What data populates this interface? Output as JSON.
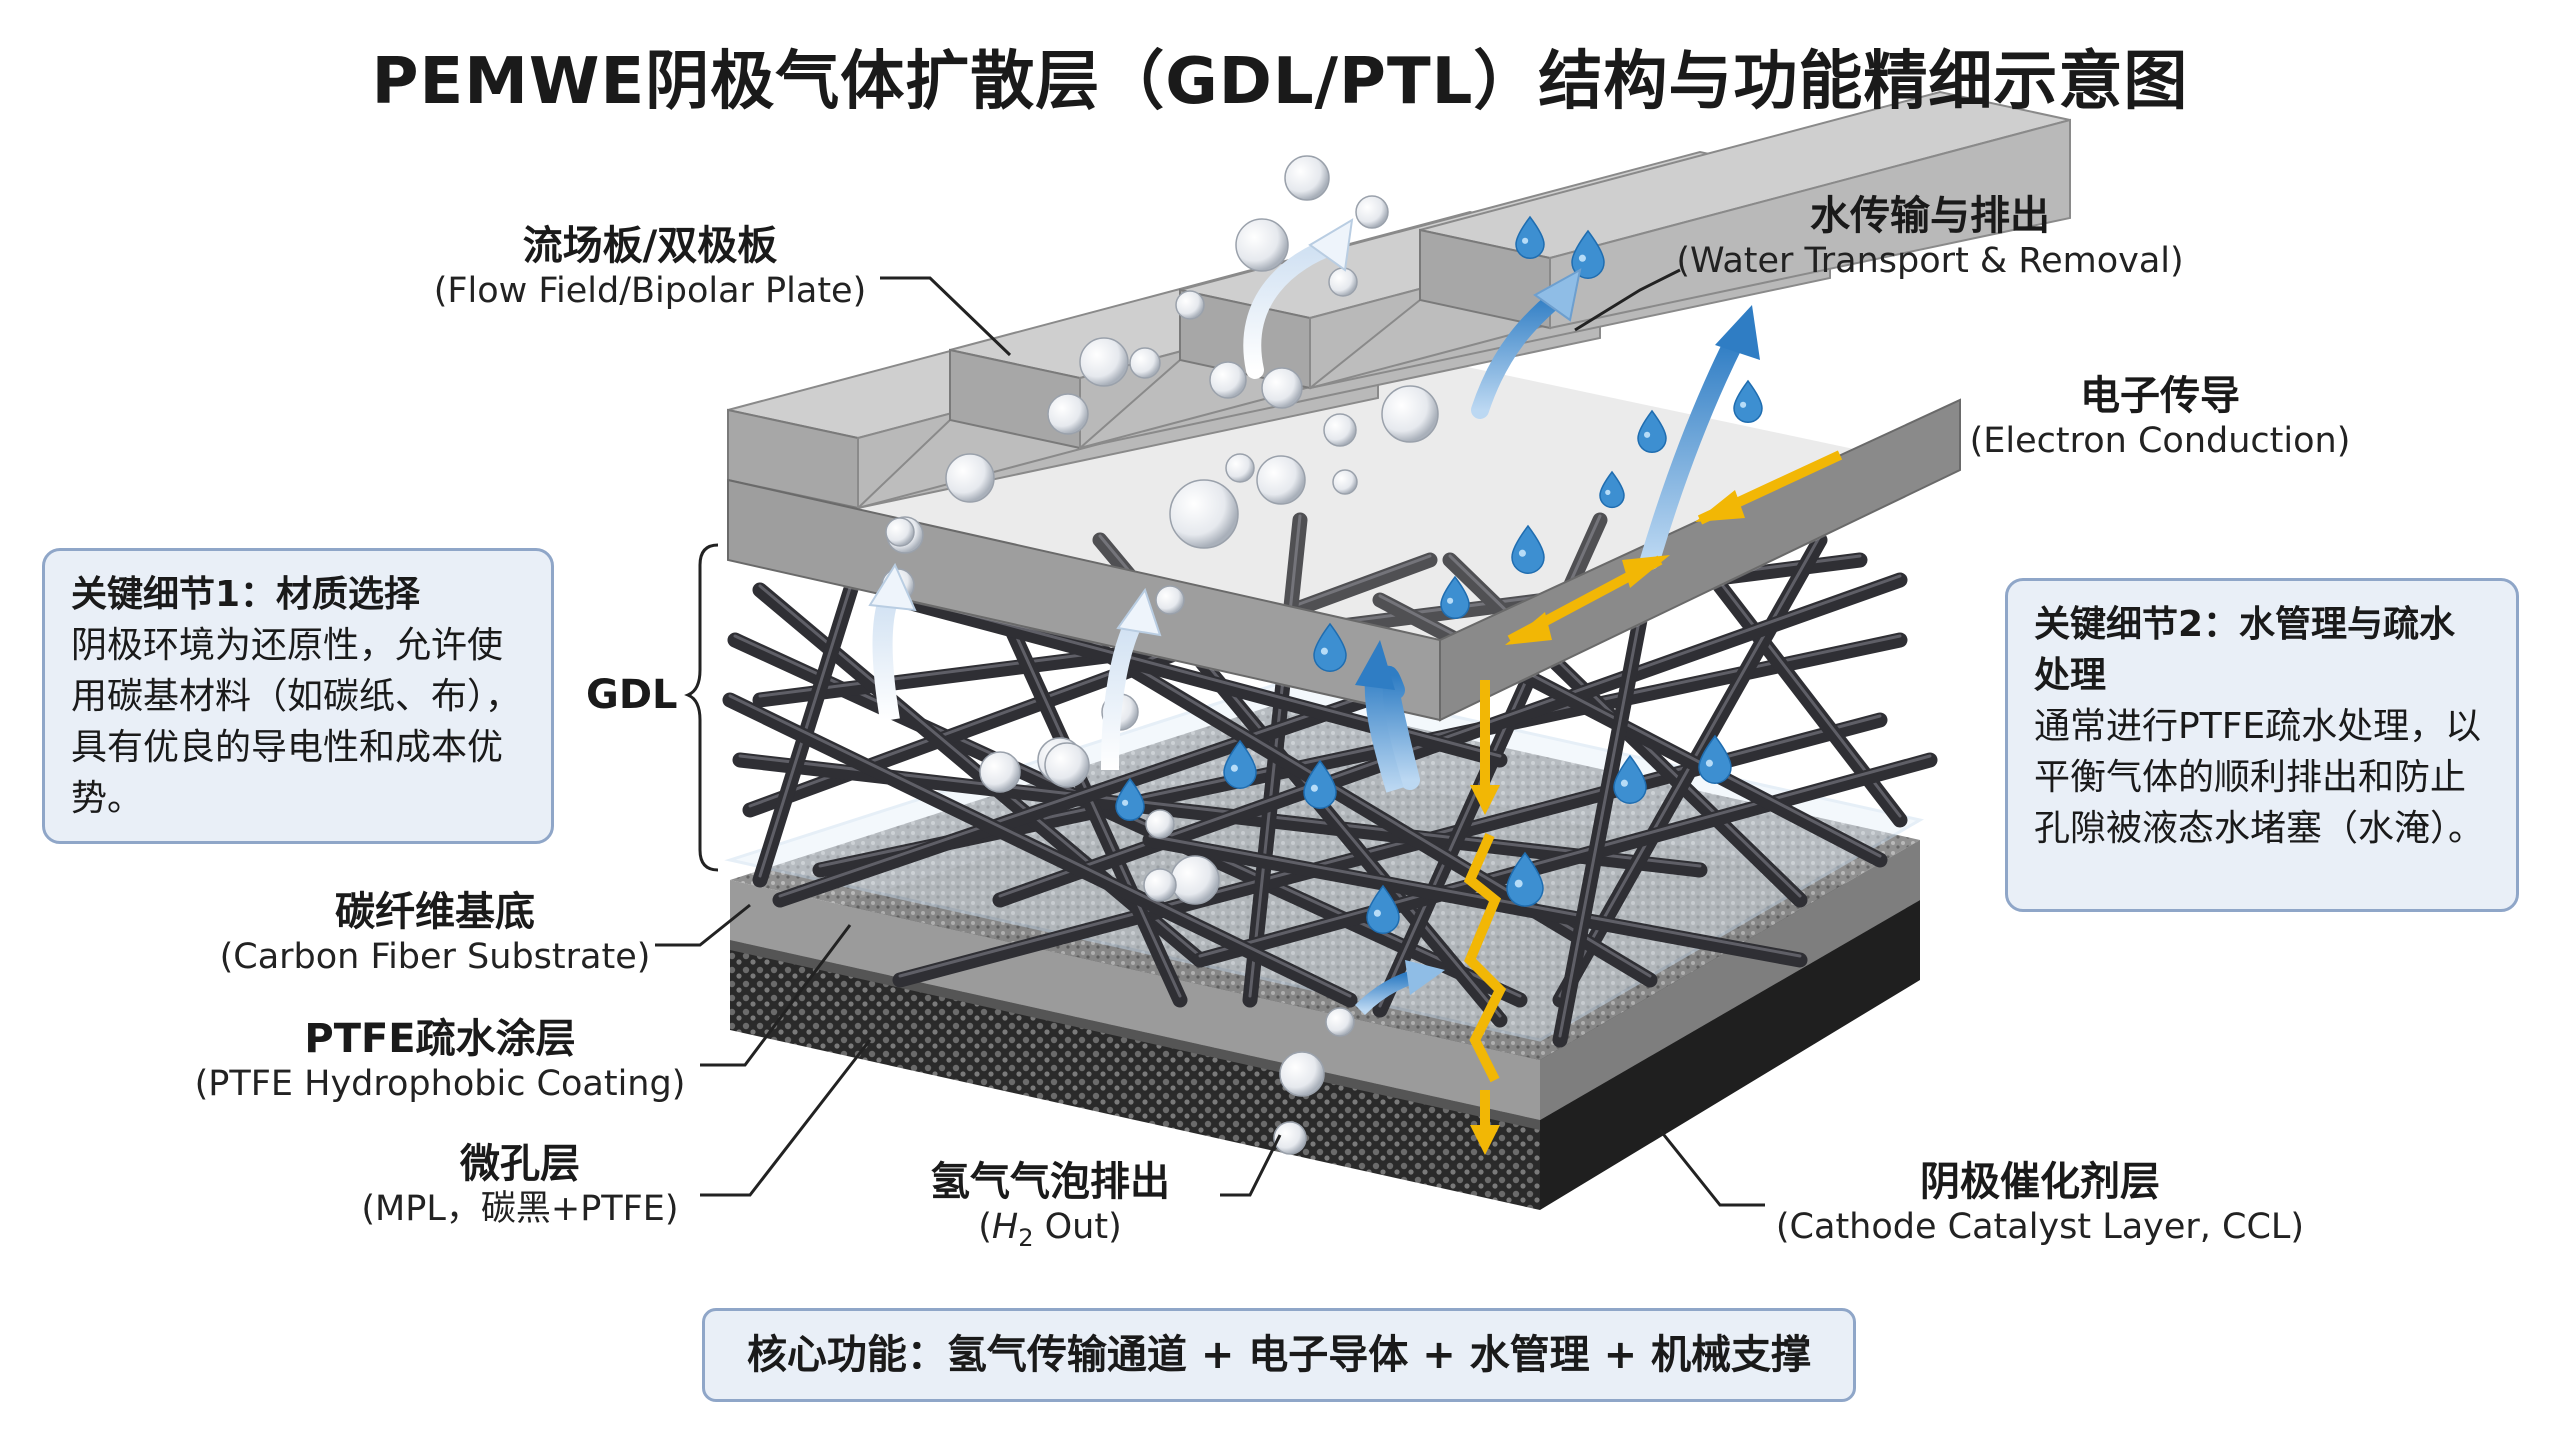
{
  "title": "PEMWE阴极气体扩散层（GDL/PTL）结构与功能精细示意图",
  "labels": {
    "flow_plate": {
      "zh": "流场板/双极板",
      "en": "(Flow Field/Bipolar Plate)"
    },
    "water": {
      "zh": "水传输与排出",
      "en": "(Water Transport & Removal)"
    },
    "electron": {
      "zh": "电子传导",
      "en": "(Electron Conduction)"
    },
    "gdl": "GDL",
    "carbon_fiber": {
      "zh": "碳纤维基底",
      "en": "(Carbon Fiber Substrate)"
    },
    "ptfe": {
      "zh": "PTFE疏水涂层",
      "en": "(PTFE Hydrophobic Coating)"
    },
    "mpl": {
      "zh": "微孔层",
      "en": "(MPL，碳黑+PTFE)"
    },
    "h2_out": {
      "zh": "氢气气泡排出",
      "en_prefix": "(",
      "en_h": "H",
      "en_sub": "2",
      "en_suffix": " Out)"
    },
    "ccl": {
      "zh": "阴极催化剂层",
      "en": "(Cathode Catalyst Layer, CCL)"
    }
  },
  "detail1": {
    "head": "关键细节1：材质选择",
    "body": "阴极环境为还原性，允许使用碳基材料（如碳纸、布），具有优良的导电性和成本优势。"
  },
  "detail2": {
    "head": "关键细节2：水管理与疏水处理",
    "body": "通常进行PTFE疏水处理，以平衡气体的顺利排出和防止孔隙被液态水堵塞（水淹）。"
  },
  "core": "核心功能：氢气传输通道 + 电子导体 + 水管理 + 机械支撑",
  "colors": {
    "plate_top": "#c9c9c9",
    "plate_side": "#9a9a9a",
    "fiber": "#3b3b40",
    "water": "#3d8fd1",
    "electron": "#f2b705",
    "box_bg": "#e9eff7",
    "box_border": "#8fa6c8"
  }
}
